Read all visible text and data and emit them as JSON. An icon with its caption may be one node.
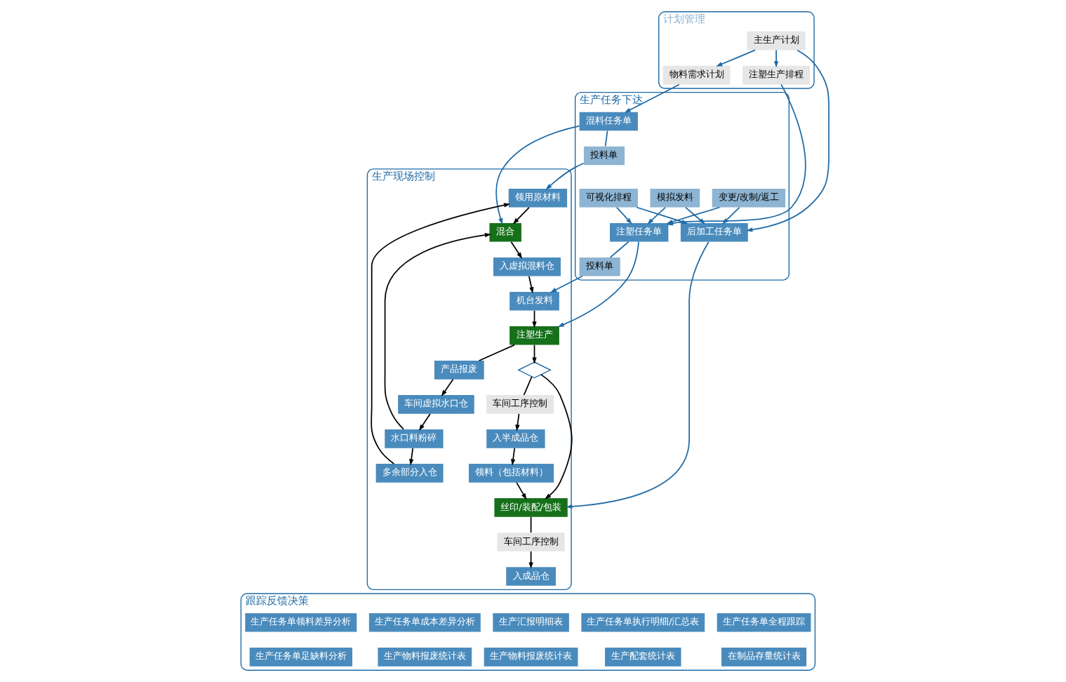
{
  "diagram": {
    "nodes": [
      {
        "text": [
          "计划管理"
        ]
      },
      {
        "text": [
          "主生产计划"
        ],
        "in": 0
      },
      {
        "text": [
          "物料需求计划"
        ],
        "in": 0
      },
      {
        "text": [
          "注塑生产排程"
        ],
        "in": 0
      },
      {
        "text": [
          "生产任务下达"
        ]
      },
      {
        "text": [
          "混料任务单"
        ],
        "in": 4
      },
      {
        "text": [
          "投料单"
        ],
        "in": 4
      },
      {
        "text": [
          "注塑任务单"
        ],
        "in": 4
      },
      {
        "text": [
          "投料单"
        ],
        "in": 4
      },
      {
        "text": [
          "变更/改制/返工"
        ],
        "in": 4
      },
      {
        "text": [
          "模拟发料"
        ],
        "in": 4
      },
      {
        "text": [
          "可视化排程"
        ],
        "in": 4
      },
      {
        "text": [
          "后加工任务单"
        ],
        "in": 4
      },
      {
        "text": [
          "生产现场控制"
        ]
      },
      {
        "text": [
          "混合"
        ],
        "in": 13
      },
      {
        "text": [
          "入虚拟混料仓"
        ],
        "in": 13
      },
      {
        "text": [
          "注塑生产"
        ],
        "in": 13
      },
      {
        "text": [],
        "shape": "diamond",
        "in": 13
      },
      {
        "text": [
          "车间工序控制"
        ],
        "in": 13
      },
      {
        "text": [
          "丝印/装配/包装"
        ],
        "in": 13
      },
      {
        "text": [
          "车间工序控制"
        ],
        "in": 13
      },
      {
        "text": [
          "领用原材料"
        ],
        "in": 13
      },
      {
        "text": [
          "机台发料"
        ],
        "in": 13
      },
      {
        "text": [
          "产品报废"
        ],
        "in": 13
      },
      {
        "text": [
          "领料（包括材料）"
        ],
        "in": 13
      },
      {
        "text": [
          "水口料粉碎"
        ],
        "in": 13
      },
      {
        "text": [
          "车间虚拟水口仓"
        ],
        "in": 13
      },
      {
        "text": [
          "多余部分入仓"
        ],
        "in": 13
      },
      {
        "text": [
          "入半成品仓"
        ],
        "in": 13
      },
      {
        "text": [
          "入成品仓"
        ],
        "in": 13
      },
      {
        "text": [
          "跟踪反馈决策"
        ]
      },
      {
        "text": [
          "生产任务单全程跟踪"
        ],
        "in": 30
      },
      {
        "text": [
          "生产任务单执行明细/汇总表"
        ],
        "in": 30
      },
      {
        "text": [
          "生产汇报明细表"
        ],
        "in": 30
      },
      {
        "text": [
          "生产任务单成本差异分析"
        ],
        "in": 30
      },
      {
        "text": [
          "生产任务单领料差异分析"
        ],
        "in": 30
      },
      {
        "text": [
          "在制品存量统计表"
        ],
        "in": 30
      },
      {
        "text": [
          "生产配套统计表"
        ],
        "in": 30
      },
      {
        "text": [
          "生产物料报废统计表"
        ],
        "in": 30
      },
      {
        "text": [
          "生产物料报废统计表"
        ],
        "in": 30
      },
      {
        "text": [
          "生产任务单足缺料分析"
        ],
        "in": 30
      }
    ],
    "edges": [
      {
        "from": 1,
        "to": 2,
        "arrow": "to",
        "color": "#1f6aa5"
      },
      {
        "from": 1,
        "to": 3,
        "arrow": "to",
        "color": "#1f6aa5"
      },
      {
        "from": 1,
        "to": 12,
        "arrow": "to",
        "color": "#1f6aa5"
      },
      {
        "from": 2,
        "to": 5,
        "arrow": "to",
        "color": "#1f6aa5"
      },
      {
        "from": 3,
        "to": 7,
        "arrow": "to",
        "color": "#1f6aa5"
      },
      {
        "from": 5,
        "to": 6,
        "arrow": "none",
        "color": "#1f6aa5"
      },
      {
        "from": 6,
        "to": 21,
        "arrow": "to",
        "color": "#1f6aa5"
      },
      {
        "from": 5,
        "to": 14,
        "arrow": "to",
        "color": "#1f6aa5"
      },
      {
        "from": 7,
        "to": 8,
        "arrow": "none",
        "color": "#1f6aa5"
      },
      {
        "from": 8,
        "to": 22,
        "arrow": "to",
        "color": "#1f6aa5"
      },
      {
        "from": 7,
        "to": 16,
        "arrow": "to",
        "color": "#1f6aa5"
      },
      {
        "from": 9,
        "to": 7,
        "arrow": "to",
        "color": "#1f6aa5"
      },
      {
        "from": 10,
        "to": 7,
        "arrow": "to",
        "color": "#1f6aa5"
      },
      {
        "from": 11,
        "to": 7,
        "arrow": "to",
        "color": "#1f6aa5"
      },
      {
        "from": 9,
        "to": 12,
        "arrow": "to",
        "color": "#1f6aa5"
      },
      {
        "from": 10,
        "to": 12,
        "arrow": "to",
        "color": "#1f6aa5"
      },
      {
        "from": 11,
        "to": 12,
        "arrow": "to",
        "color": "#1f6aa5"
      },
      {
        "from": 12,
        "to": 19,
        "arrow": "to",
        "color": "#1f6aa5"
      },
      {
        "from": 21,
        "to": 14,
        "arrow": "to",
        "color": "#000000"
      },
      {
        "from": 14,
        "to": 15,
        "arrow": "to",
        "color": "#000000"
      },
      {
        "from": 15,
        "to": 22,
        "arrow": "to",
        "color": "#000000"
      },
      {
        "from": 22,
        "to": 16,
        "arrow": "to",
        "color": "#000000"
      },
      {
        "from": 16,
        "to": 17,
        "arrow": "to",
        "color": "#000000"
      },
      {
        "from": 17,
        "to": 19,
        "arrow": "to",
        "color": "#000000"
      },
      {
        "from": 17,
        "to": 18,
        "arrow": "none",
        "color": "#000000"
      },
      {
        "from": 18,
        "to": 28,
        "arrow": "to",
        "color": "#000000"
      },
      {
        "from": 16,
        "to": 23,
        "arrow": "none",
        "color": "#000000"
      },
      {
        "from": 23,
        "to": 26,
        "arrow": "to",
        "color": "#000000"
      },
      {
        "from": 26,
        "to": 25,
        "arrow": "to",
        "color": "#000000"
      },
      {
        "from": 25,
        "to": 14,
        "arrow": "to",
        "color": "#000000"
      },
      {
        "from": 25,
        "to": 27,
        "arrow": "to",
        "color": "#000000"
      },
      {
        "from": 27,
        "to": 21,
        "arrow": "to",
        "color": "#000000"
      },
      {
        "from": 28,
        "to": 24,
        "arrow": "to",
        "color": "#000000"
      },
      {
        "from": 24,
        "to": 19,
        "arrow": "to",
        "color": "#000000"
      },
      {
        "from": 19,
        "to": 20,
        "arrow": "none",
        "color": "#000000"
      },
      {
        "from": 20,
        "to": 29,
        "arrow": "to",
        "color": "#000000"
      }
    ]
  }
}
